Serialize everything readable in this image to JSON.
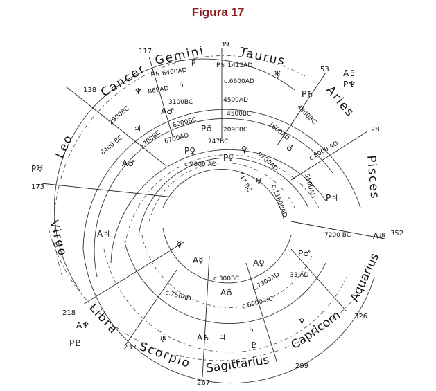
{
  "title": "Figura 17",
  "signs": [
    "Taurus",
    "Gemini",
    "Cancer",
    "Leo",
    "Virgo",
    "Libra",
    "Scorpio",
    "Sagittarius",
    "Capricorn",
    "Aquarius",
    "Pisces",
    "Aries"
  ],
  "degrees": [
    "39",
    "117",
    "138",
    "173",
    "218",
    "237",
    "267",
    "299",
    "326",
    "352",
    "28",
    "53"
  ],
  "annotations": [
    "P♄ 1413AD",
    "c.6600AD",
    "P♄ 6400AD",
    "869AD",
    "3100BC",
    "4500AD",
    "4500BC",
    "2900BC",
    "6000BC",
    "A♂",
    "2090BC",
    "P♁",
    "6700AD",
    "8400 BC",
    "1700BC",
    "A♂",
    "P♀",
    "747BC",
    "c.9800 AD",
    "P☿",
    "747 BC",
    "6700AD",
    "c.11600AD",
    "P♄",
    "4800BC",
    "1600AD",
    "5500AD",
    "c.8000 AD",
    "P♃",
    "7200 BC",
    "A♃",
    "A☿",
    "A♀",
    "c.300BC",
    "c.7300AD",
    "33 AD",
    "A♁",
    "c.6000 BC",
    "c.750AD",
    "A♄",
    "P♂",
    "A♅",
    "A♇",
    "P♆",
    "A♆",
    "P♇",
    "P♅"
  ],
  "symbols": [
    "♆",
    "♃",
    "♄",
    "♇",
    "♅",
    "♂",
    "♀",
    "♅",
    "☿",
    "♃",
    "♄",
    "♇",
    "♅",
    "♆"
  ]
}
